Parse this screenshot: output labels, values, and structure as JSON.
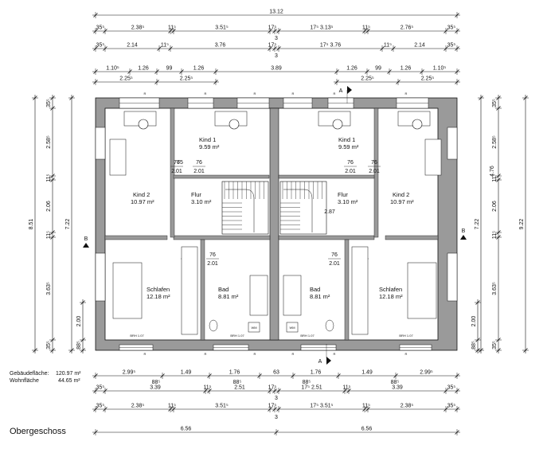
{
  "title": "Obergeschoss",
  "areas": {
    "gebaeude_label": "Gebäudefläche:",
    "gebaeude_value": "120.97 m²",
    "wohn_label": "Wohnfläche",
    "wohn_value": "44.65 m²"
  },
  "section_marks": {
    "a": "A",
    "b": "B"
  },
  "dims": {
    "top_total": "13.12",
    "top_row1": [
      "35⁵",
      "2.38⁵",
      "11⁵",
      "3.51⁵",
      "17⁵",
      "17⁵",
      "3.13⁵",
      "11⁵",
      "2.76⁵",
      "35⁵"
    ],
    "top_row1_mid": "3",
    "top_row2": [
      "35⁵",
      "2.14",
      "11⁵",
      "3.76",
      "17⁵",
      "17⁵",
      "3.76",
      "11⁵",
      "2.14",
      "35⁵"
    ],
    "top_row2_mid": "3",
    "top_row3": [
      "1.10⁵",
      "1.26",
      "99",
      "1.26",
      "3.89",
      "1.26",
      "99",
      "1.26",
      "1.10⁵"
    ],
    "top_row3_sub": [
      "2.25⁵",
      "2.25⁵",
      "2.25⁵",
      "2.25⁵"
    ],
    "bottom_row1": [
      "2.99⁵",
      "1.49",
      "1.76",
      "63",
      "1.76",
      "1.49",
      "2.99⁵"
    ],
    "bottom_row1_sub": [
      "88⁵",
      "88⁵",
      "88⁵",
      "88⁵"
    ],
    "bottom_row2": [
      "35⁵",
      "3.39",
      "11⁵",
      "2.51",
      "17⁵",
      "17⁵",
      "2.51",
      "11⁵",
      "3.39",
      "35⁵"
    ],
    "bottom_row2_mid": "3",
    "bottom_row3": [
      "35⁵",
      "2.38⁵",
      "11⁵",
      "3.51⁵",
      "17⁵",
      "17⁵",
      "3.51⁵",
      "11⁵",
      "2.38⁵",
      "35⁵"
    ],
    "bottom_row3_mid": "3",
    "bottom_halves": [
      "6.56",
      "6.56"
    ],
    "left_outer": [
      "35⁵",
      "2.58⁵",
      "11⁵",
      "2.06",
      "11⁵",
      "3.63⁵",
      "35⁵"
    ],
    "left_total": "8.51",
    "left_inner": "7.22",
    "left_lower": [
      "2.00",
      "88⁵"
    ],
    "right_outer": [
      "35⁵",
      "2.58⁵",
      "11⁵",
      "2.06",
      "11⁵",
      "3.63⁵",
      "35⁵"
    ],
    "right_total": "9.22",
    "right_inner": [
      "7.22",
      "4.76"
    ],
    "right_lower": [
      "2.00",
      "88⁵"
    ]
  },
  "rooms": [
    {
      "name": "Kind 1",
      "area": "9.59 m²"
    },
    {
      "name": "Kind 2",
      "area": "10.97 m²"
    },
    {
      "name": "Flur",
      "area": "3.10 m²"
    },
    {
      "name": "Schlafen",
      "area": "12.18 m²"
    },
    {
      "name": "Bad",
      "area": "8.81 m²"
    },
    {
      "name": "Kind 1",
      "area": "9.59 m²"
    },
    {
      "name": "Kind 2",
      "area": "10.97 m²"
    },
    {
      "name": "Flur",
      "area": "3.10 m²"
    },
    {
      "name": "Schlafen",
      "area": "12.18 m²"
    },
    {
      "name": "Bad",
      "area": "8.81 m²"
    }
  ],
  "door_labels": {
    "w": "76",
    "h": "2.01",
    "w2": "75",
    "stair": "2.87"
  },
  "marks": {
    "radiator": "R",
    "wm": "WM",
    "brh": "BRH 1.07"
  }
}
